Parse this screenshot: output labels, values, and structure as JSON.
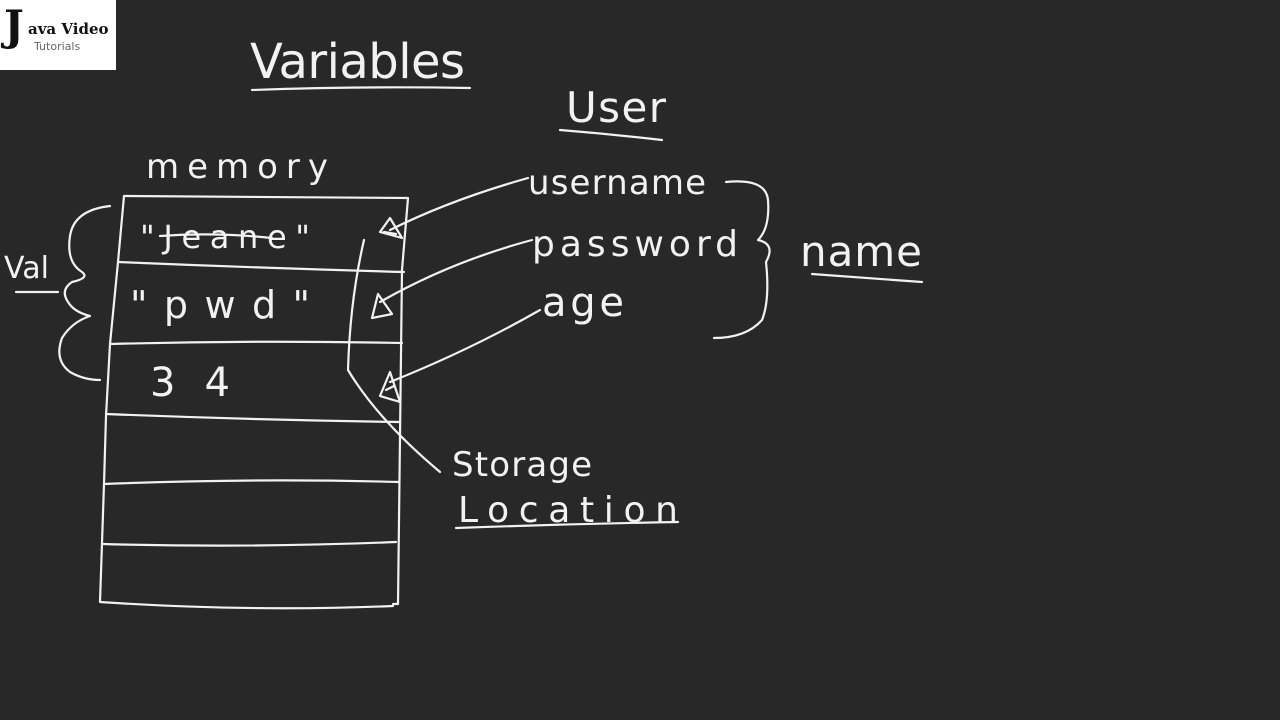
{
  "logo": {
    "mark": "J",
    "title": "ava Video",
    "subtitle": "Tutorials"
  },
  "board": {
    "title": "Variables",
    "memory_label": "memory",
    "val_label": "Val",
    "memory_cells": [
      "\"Jeane\"",
      "\"pwd\"",
      "34",
      "",
      "",
      ""
    ],
    "user_label": "User",
    "user_fields": [
      "username",
      "password",
      "age"
    ],
    "name_label": "name",
    "storage_label_line1": "Storage",
    "storage_label_line2": "Location"
  }
}
